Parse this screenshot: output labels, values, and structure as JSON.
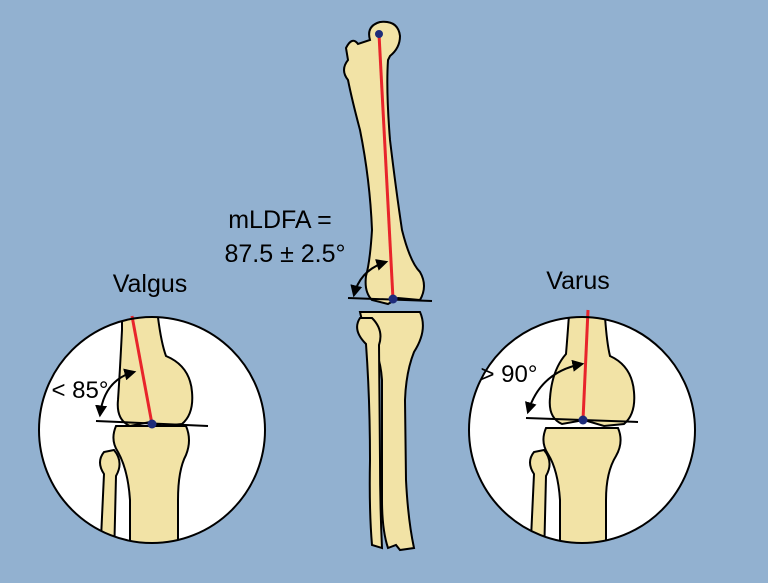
{
  "labels": {
    "center_line1": "mLDFA =",
    "center_line2": "87.5 ± 2.5°",
    "left_title": "Valgus",
    "left_angle": "< 85°",
    "right_title": "Varus",
    "right_angle": "> 90°"
  },
  "colors": {
    "background": "#92b1d0",
    "bone": "#f2e3a6",
    "axis_line": "#e8242b",
    "joint_point": "#1e2c7a",
    "outline": "#000000"
  }
}
